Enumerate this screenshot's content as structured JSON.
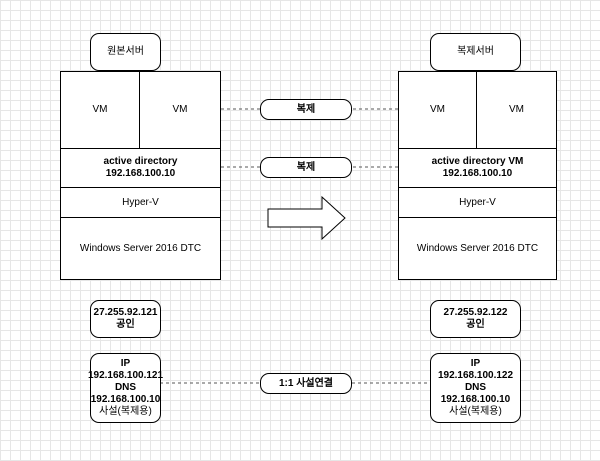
{
  "source": {
    "title": "원본서버",
    "vm1": "VM",
    "vm2": "VM",
    "ad_line1": "active directory",
    "ad_line2": "192.168.100.10",
    "hyperv": "Hyper-V",
    "os": "Windows Server 2016 DTC",
    "public_ip": "27.255.92.121",
    "public_label": "공인",
    "private_lines": [
      "IP",
      "192.168.100.121",
      "DNS",
      "192.168.100.10",
      "사설(복제용)"
    ]
  },
  "replica": {
    "title": "복제서버",
    "vm1": "VM",
    "vm2": "VM",
    "ad_line1": "active directory VM",
    "ad_line2": "192.168.100.10",
    "hyperv": "Hyper-V",
    "os": "Windows Server 2016 DTC",
    "public_ip": "27.255.92.122",
    "public_label": "공인",
    "private_lines": [
      "IP",
      "192.168.100.122",
      "DNS",
      "192.168.100.10",
      "사설(복제용)"
    ]
  },
  "links": {
    "vm_replication": "복제",
    "ad_replication": "복제",
    "private_connection": "1:1 사설연결"
  },
  "colors": {
    "grid": "#e6e6e6",
    "stroke": "#000000",
    "dash": "#555555"
  }
}
